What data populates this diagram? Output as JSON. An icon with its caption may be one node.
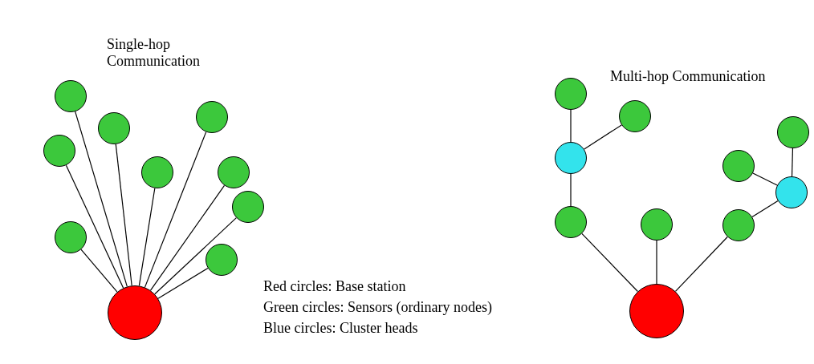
{
  "diagram": {
    "nodes": [
      {
        "text": [],
        "shape": "circle"
      },
      {
        "text": [],
        "shape": "circle"
      },
      {
        "text": [],
        "shape": "circle"
      },
      {
        "text": [],
        "shape": "circle"
      },
      {
        "text": [],
        "shape": "circle"
      },
      {
        "text": [],
        "shape": "circle"
      },
      {
        "text": [],
        "shape": "circle"
      },
      {
        "text": [],
        "shape": "circle"
      },
      {
        "text": [],
        "shape": "circle"
      },
      {
        "text": [],
        "shape": "circle"
      },
      {
        "text": [],
        "shape": "circle"
      },
      {
        "text": [],
        "shape": "circle"
      },
      {
        "text": [],
        "shape": "circle"
      },
      {
        "text": [],
        "shape": "circle"
      },
      {
        "text": [],
        "shape": "circle"
      },
      {
        "text": [],
        "shape": "circle"
      },
      {
        "text": [],
        "shape": "circle"
      },
      {
        "text": [],
        "shape": "circle"
      },
      {
        "text": [],
        "shape": "circle"
      },
      {
        "text": [],
        "shape": "circle"
      }
    ],
    "edges": [
      {
        "from": 0,
        "to": 9,
        "arrow": "none"
      },
      {
        "from": 1,
        "to": 9,
        "arrow": "none"
      },
      {
        "from": 2,
        "to": 9,
        "arrow": "none"
      },
      {
        "from": 3,
        "to": 9,
        "arrow": "none"
      },
      {
        "from": 4,
        "to": 9,
        "arrow": "none"
      },
      {
        "from": 5,
        "to": 9,
        "arrow": "none"
      },
      {
        "from": 6,
        "to": 9,
        "arrow": "none"
      },
      {
        "from": 7,
        "to": 9,
        "arrow": "none"
      },
      {
        "from": 8,
        "to": 9,
        "arrow": "none"
      },
      {
        "from": 10,
        "to": 13,
        "arrow": "none"
      },
      {
        "from": 11,
        "to": 13,
        "arrow": "none"
      },
      {
        "from": 13,
        "to": 16,
        "arrow": "none"
      },
      {
        "from": 16,
        "to": 19,
        "arrow": "none"
      },
      {
        "from": 17,
        "to": 19,
        "arrow": "none"
      },
      {
        "from": 18,
        "to": 19,
        "arrow": "none"
      },
      {
        "from": 18,
        "to": 15,
        "arrow": "none"
      },
      {
        "from": 14,
        "to": 15,
        "arrow": "none"
      },
      {
        "from": 12,
        "to": 15,
        "arrow": "none"
      }
    ],
    "labels": [
      "Single-hop Communication",
      "Multi-hop Communication",
      "Red circles: Base station",
      "Green circles: Sensors (ordinary nodes)",
      "Blue circles: Cluster heads"
    ]
  }
}
